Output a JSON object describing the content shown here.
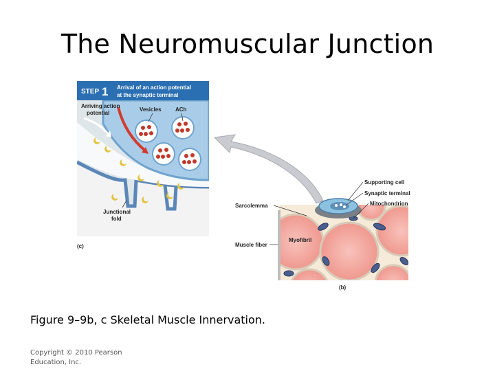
{
  "slide": {
    "title": "The Neuromuscular Junction",
    "caption": "Figure 9–9b, c Skeletal Muscle Innervation.",
    "copyright": "Copyright © 2010 Pearson Education, Inc."
  },
  "panel_c": {
    "step_number_prefix": "STEP",
    "step_number": "1",
    "step_title_line1": "Arrival of an action potential",
    "step_title_line2": "at the synaptic terminal",
    "label_arriving_line1": "Arriving action",
    "label_arriving_line2": "potential",
    "label_vesicles": "Vesicles",
    "label_ach": "ACh",
    "label_junctional_line1": "Junctional",
    "label_junctional_line2": "fold",
    "panel_letter": "(c)"
  },
  "panel_b": {
    "label_supporting_cell": "Supporting cell",
    "label_synaptic_terminal": "Synaptic terminal",
    "label_mitochondrion": "Mitochondrion",
    "label_sarcolemma": "Sarcolemma",
    "label_myofibril": "Myofibril",
    "label_muscle_fiber": "Muscle fiber",
    "panel_letter": "(b)"
  },
  "colors": {
    "step_header": "#2b6fb3",
    "panel_bg": "#dfe6ea",
    "terminal_fill": "#a9cde8",
    "vesicle_fill": "#ffffff",
    "ach_dot": "#c0392b",
    "action_arrow": "#d23b2e",
    "muscle_fill": "#f4a8a0",
    "connective_fill": "#f6ead8",
    "membrane": "#5a86b8",
    "callout_arrow": "#c9cbd0"
  }
}
